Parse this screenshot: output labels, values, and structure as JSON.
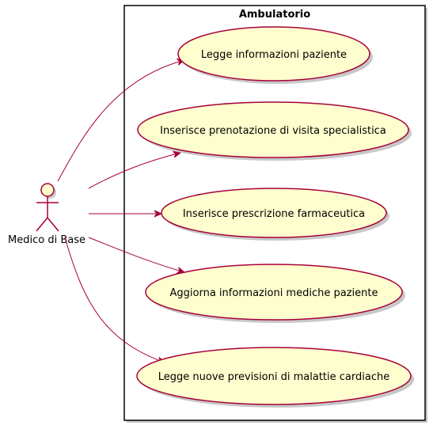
{
  "diagram": {
    "type": "use-case",
    "system": {
      "title": "Ambulatorio"
    },
    "actor": {
      "label": "Medico di Base"
    },
    "use_cases": [
      {
        "label": "Legge informazioni paziente"
      },
      {
        "label": "Inserisce prenotazione di visita specialistica"
      },
      {
        "label": "Inserisce prescrizione farmaceutica"
      },
      {
        "label": "Aggiorna informazioni mediche paziente"
      },
      {
        "label": "Legge nuove previsioni di malattie cardiache"
      }
    ],
    "colors": {
      "use_case_fill": "#FEFECE",
      "use_case_border": "#A80036",
      "actor_fill": "#FEFECE",
      "actor_border": "#A80036",
      "arrow": "#A80036",
      "boundary": "#000000",
      "shadow": "#C8C8C8"
    }
  }
}
